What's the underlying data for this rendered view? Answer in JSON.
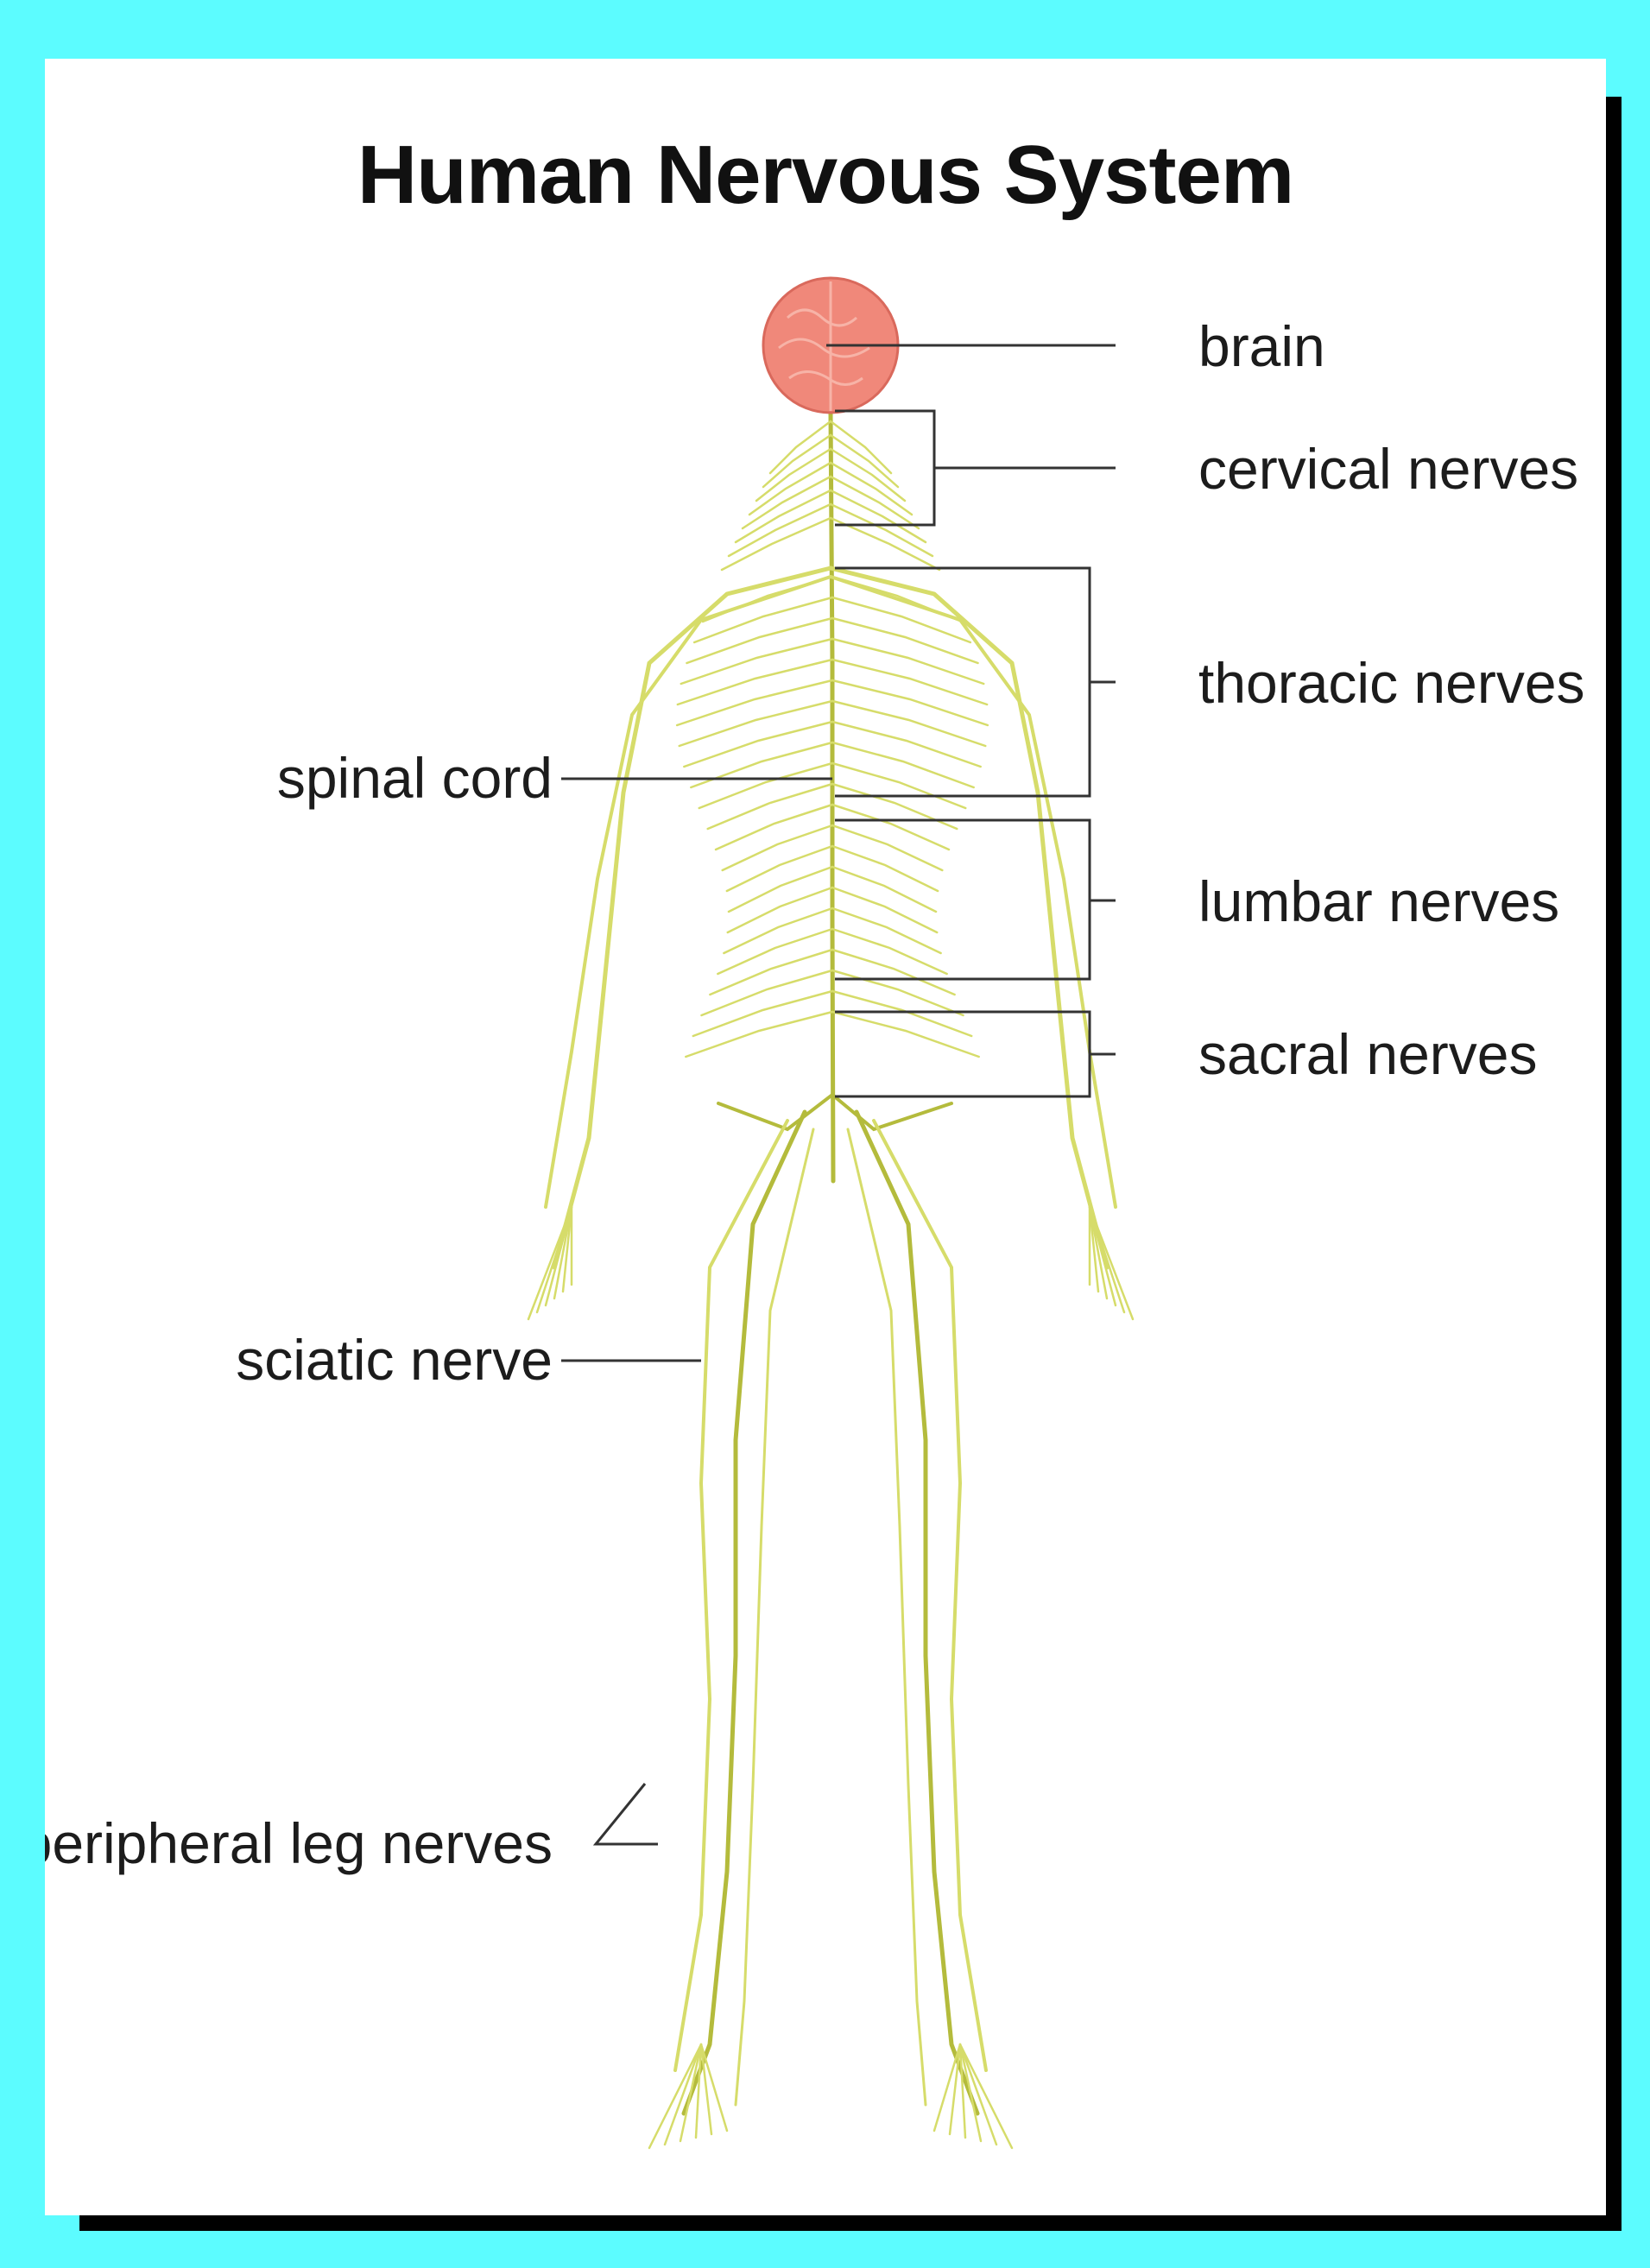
{
  "title": "Human Nervous System",
  "colors": {
    "background": "#5cfcff",
    "card": "#ffffff",
    "shadow": "#000000",
    "nerve": "#d6dc6a",
    "nerve_dark": "#b4bb3c",
    "brain": "#f0887a",
    "leader": "#333333"
  },
  "labels": {
    "brain": "brain",
    "cervical": "cervical nerves",
    "thoracic": "thoracic nerves",
    "lumbar": "lumbar nerves",
    "sacral": "sacral nerves",
    "spinal_cord": "spinal cord",
    "sciatic": "sciatic nerve",
    "peripheral_leg": "peripheral leg nerves"
  }
}
